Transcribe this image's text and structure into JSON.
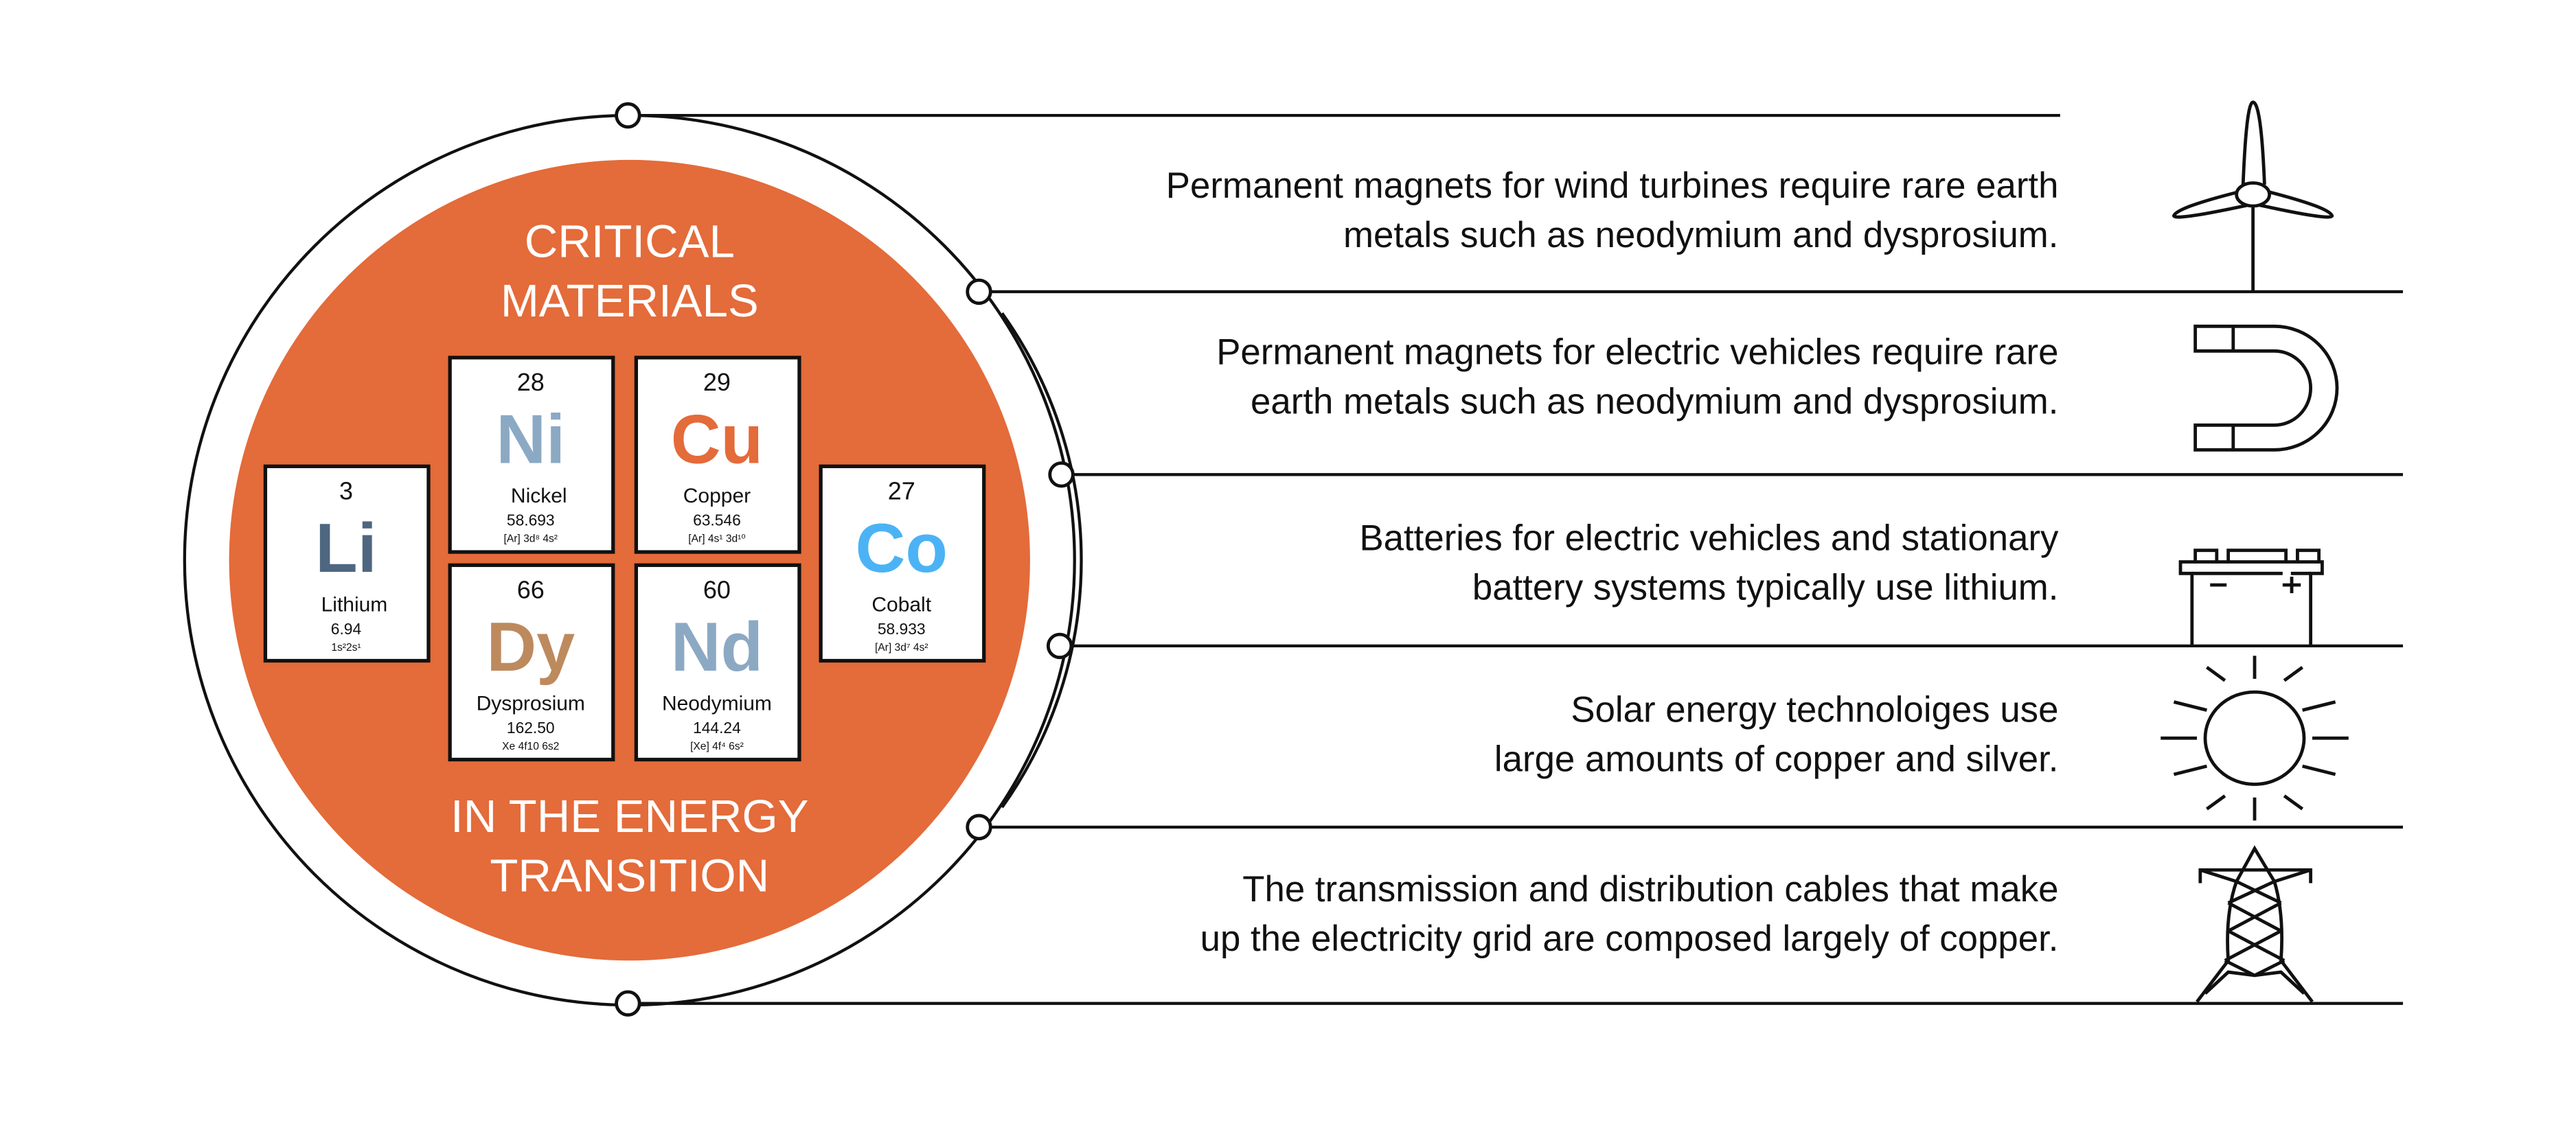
{
  "title": {
    "line1": "CRITICAL",
    "line2": "MATERIALS",
    "line3": "IN THE ENERGY",
    "line4": "TRANSITION"
  },
  "colors": {
    "accent": "#E46B3A",
    "lithium": "#4E6680",
    "nickel": "#8CA9C4",
    "copper": "#E46B3A",
    "dysprosium": "#BD8A5E",
    "neodymium": "#8CA9C4",
    "cobalt": "#4BB3F5"
  },
  "elements": [
    {
      "number": "3",
      "symbol": "Li",
      "name": "Lithium",
      "mass": "6.94",
      "config": "1s²2s¹"
    },
    {
      "number": "28",
      "symbol": "Ni",
      "name": "Nickel",
      "mass": "58.693",
      "config": "[Ar] 3d⁸ 4s²"
    },
    {
      "number": "29",
      "symbol": "Cu",
      "name": "Copper",
      "mass": "63.546",
      "config": "[Ar] 4s¹ 3d¹⁰"
    },
    {
      "number": "66",
      "symbol": "Dy",
      "name": "Dysprosium",
      "mass": "162.50",
      "config": "Xe 4f10 6s2"
    },
    {
      "number": "60",
      "symbol": "Nd",
      "name": "Neodymium",
      "mass": "144.24",
      "config": "[Xe] 4f⁴ 6s²"
    },
    {
      "number": "27",
      "symbol": "Co",
      "name": "Cobalt",
      "mass": "58.933",
      "config": "[Ar] 3d⁷ 4s²"
    }
  ],
  "uses": [
    {
      "line1": "Permanent magnets for wind turbines require rare earth",
      "line2": "metals such as neodymium and dysprosium.",
      "icon": "wind-turbine-icon"
    },
    {
      "line1": "Permanent magnets for electric vehicles require rare",
      "line2": "earth metals such as neodymium and dysprosium.",
      "icon": "magnet-icon"
    },
    {
      "line1": "Batteries for electric vehicles and stationary",
      "line2": "battery systems typically use lithium.",
      "icon": "battery-icon"
    },
    {
      "line1": "Solar energy technoloiges use",
      "line2": "large amounts of copper and silver.",
      "icon": "sun-icon"
    },
    {
      "line1": "The transmission and distribution cables that make",
      "line2": "up the electricity grid are composed largely of copper.",
      "icon": "power-tower-icon"
    }
  ]
}
